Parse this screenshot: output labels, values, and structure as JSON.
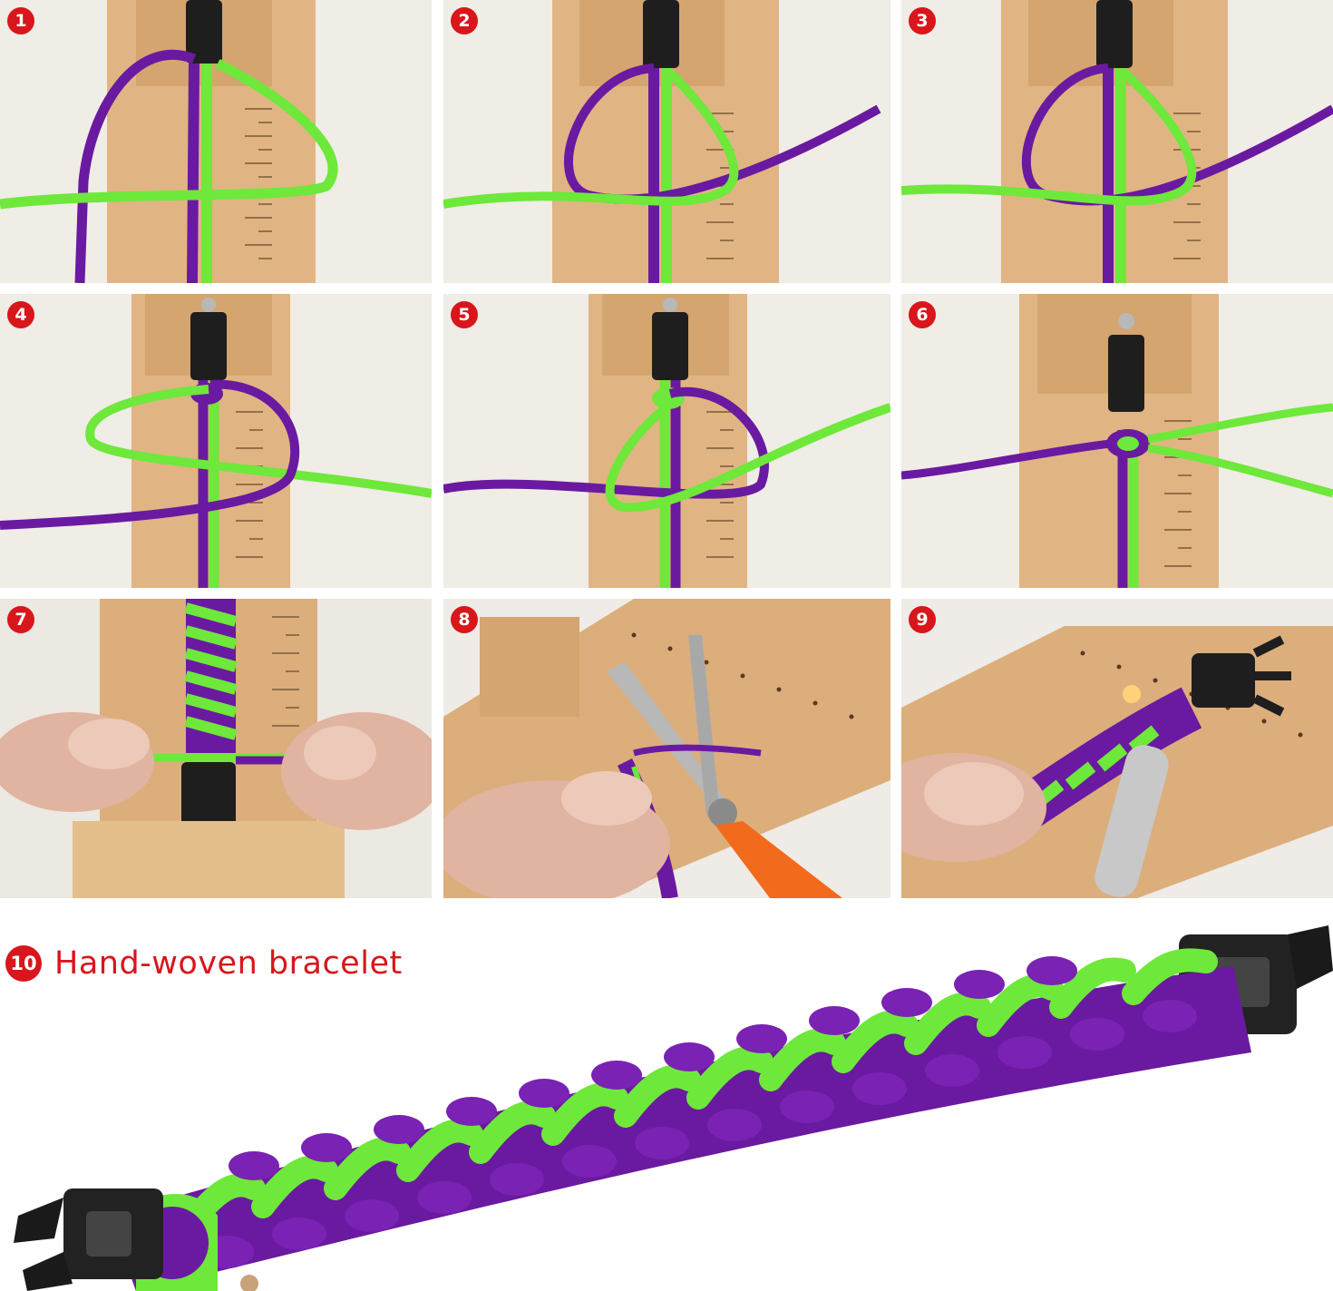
{
  "colors": {
    "cord_purple": "#6a1aa0",
    "cord_green": "#6ee83a",
    "wood": "#e0b583",
    "buckle": "#1e1e1e",
    "step_badge": "#d8161b"
  },
  "steps": [
    {
      "number": "1"
    },
    {
      "number": "2"
    },
    {
      "number": "3"
    },
    {
      "number": "4"
    },
    {
      "number": "5"
    },
    {
      "number": "6"
    },
    {
      "number": "7"
    },
    {
      "number": "8"
    },
    {
      "number": "9"
    }
  ],
  "final": {
    "number": "10",
    "label": "Hand-woven bracelet"
  }
}
